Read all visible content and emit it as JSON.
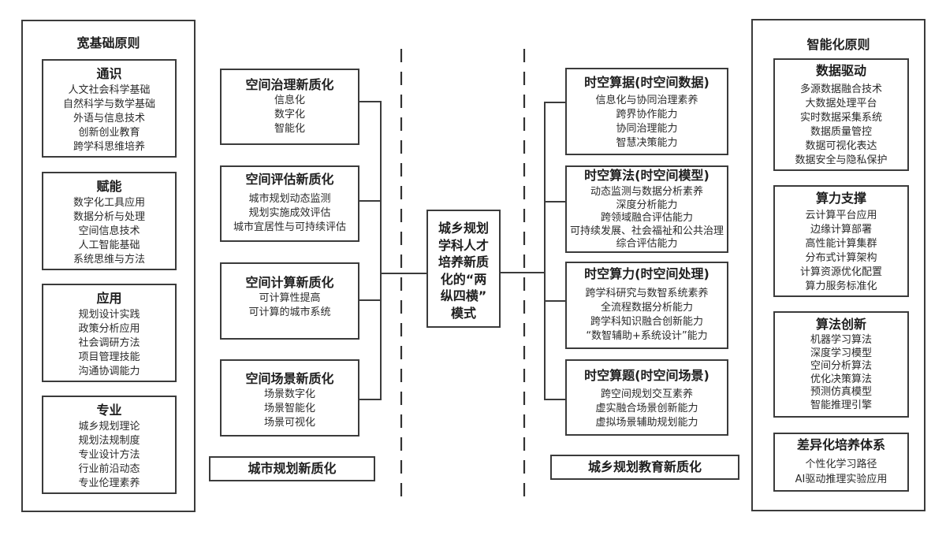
{
  "left_panel": {
    "title": "宽基础原则",
    "groups": [
      {
        "title": "通识",
        "items": [
          "人文社会科学基础",
          "自然科学与数学基础",
          "外语与信息技术",
          "创新创业教育",
          "跨学科思维培养"
        ]
      },
      {
        "title": "赋能",
        "items": [
          "数字化工具应用",
          "数据分析与处理",
          "空间信息技术",
          "人工智能基础",
          "系统思维与方法"
        ]
      },
      {
        "title": "应用",
        "items": [
          "规划设计实践",
          "政策分析应用",
          "社会调研方法",
          "项目管理技能",
          "沟通协调能力"
        ]
      },
      {
        "title": "专业",
        "items": [
          "城乡规划理论",
          "规划法规制度",
          "专业设计方法",
          "行业前沿动态",
          "专业伦理素养"
        ]
      }
    ]
  },
  "center_left": {
    "boxes": [
      {
        "title": "空间治理新质化",
        "items": [
          "信息化",
          "数字化",
          "智能化"
        ]
      },
      {
        "title": "空间评估新质化",
        "items": [
          "城市规划动态监测",
          "规划实施成效评估",
          "城市宜居性与可持续评估"
        ]
      },
      {
        "title": "空间计算新质化",
        "items": [
          "可计算性提高",
          "可计算的城市系统"
        ]
      },
      {
        "title": "空间场景新质化",
        "items": [
          "场景数字化",
          "场景智能化",
          "场景可视化"
        ]
      }
    ],
    "label": "城市规划新质化"
  },
  "center": {
    "lines": [
      "城乡规划",
      "学科人才",
      "培养新质",
      "化的“两",
      "纵四横”",
      "模式"
    ]
  },
  "center_right": {
    "boxes": [
      {
        "title": "时空算据(时空间数据)",
        "items": [
          "信息化与协同治理素养",
          "跨界协作能力",
          "协同治理能力",
          "智慧决策能力"
        ]
      },
      {
        "title": "时空算法(时空间模型)",
        "items": [
          "动态监测与数据分析素养",
          "深度分析能力",
          "跨领域融合评估能力",
          "可持续发展、社会福祉和公共治理",
          "综合评估能力"
        ]
      },
      {
        "title": "时空算力(时空间处理)",
        "items": [
          "跨学科研究与数智系统素养",
          "全流程数据分析能力",
          "跨学科知识融合创新能力",
          "“数智辅助+系统设计”能力"
        ]
      },
      {
        "title": "时空算题(时空间场景)",
        "items": [
          "跨空间规划交互素养",
          "虚实融合场景创新能力",
          "虚拟场景辅助规划能力"
        ]
      }
    ],
    "label": "城乡规划教育新质化"
  },
  "right_panel": {
    "title": "智能化原则",
    "groups": [
      {
        "title": "数据驱动",
        "items": [
          "多源数据融合技术",
          "大数据处理平台",
          "实时数据采集系统",
          "数据质量管控",
          "数据可视化表达",
          "数据安全与隐私保护"
        ]
      },
      {
        "title": "算力支撑",
        "items": [
          "云计算平台应用",
          "边缘计算部署",
          "高性能计算集群",
          "分布式计算架构",
          "计算资源优化配置",
          "算力服务标准化"
        ]
      },
      {
        "title": "算法创新",
        "items": [
          "机器学习算法",
          "深度学习模型",
          "空间分析算法",
          "优化决策算法",
          "预测仿真模型",
          "智能推理引擎"
        ]
      },
      {
        "title": "差异化培养体系",
        "items": [
          "个性化学习路径",
          "AI驱动推理实验应用"
        ]
      }
    ]
  }
}
